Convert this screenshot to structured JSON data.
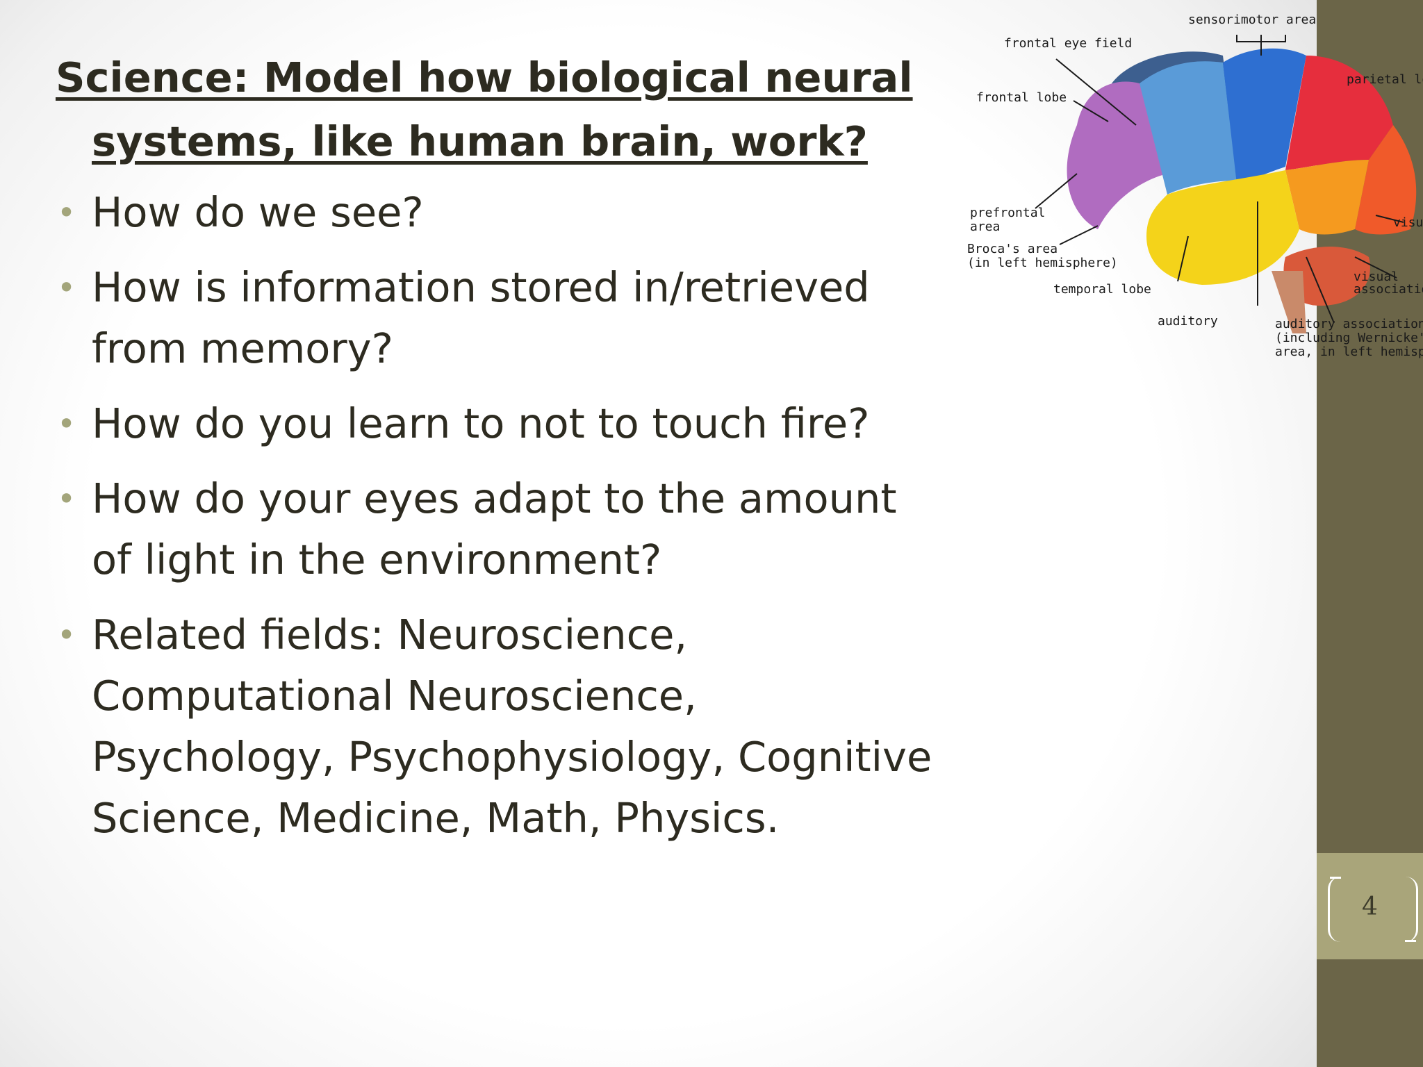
{
  "slide": {
    "title_line1": "Science: Model how biological neural",
    "title_line2": "systems, like human brain, work?",
    "bullets": [
      "How do we see?",
      "How is information stored in/retrieved from memory?",
      "How do you learn to not to touch fire?",
      "How do your eyes adapt to the amount of light in the environment?",
      "Related fields: Neuroscience, Computational Neuroscience, Psychology, Psychophysiology, Cognitive Science, Medicine, Math, Physics."
    ],
    "page_number": "4"
  },
  "brain_labels": {
    "sensorimotor": "sensorimotor area",
    "frontal_eye": "frontal eye field",
    "parietal": "parietal lobe",
    "frontal": "frontal lobe",
    "prefrontal_1": "prefrontal",
    "prefrontal_2": "area",
    "visual": "visual",
    "broca_1": "Broca's area",
    "broca_2": "(in left hemisphere)",
    "visual_assoc_1": "visual",
    "visual_assoc_2": "association",
    "temporal": "temporal lobe",
    "auditory": "auditory",
    "aud_assoc_1": "auditory association",
    "aud_assoc_2": "(including Wernicke's",
    "aud_assoc_3": "area, in left hemisphere)"
  },
  "colors": {
    "sidebar": "#6b6548",
    "page_box": "#a9a57a",
    "bullet": "#a3a57b",
    "text": "#2d2b20"
  }
}
